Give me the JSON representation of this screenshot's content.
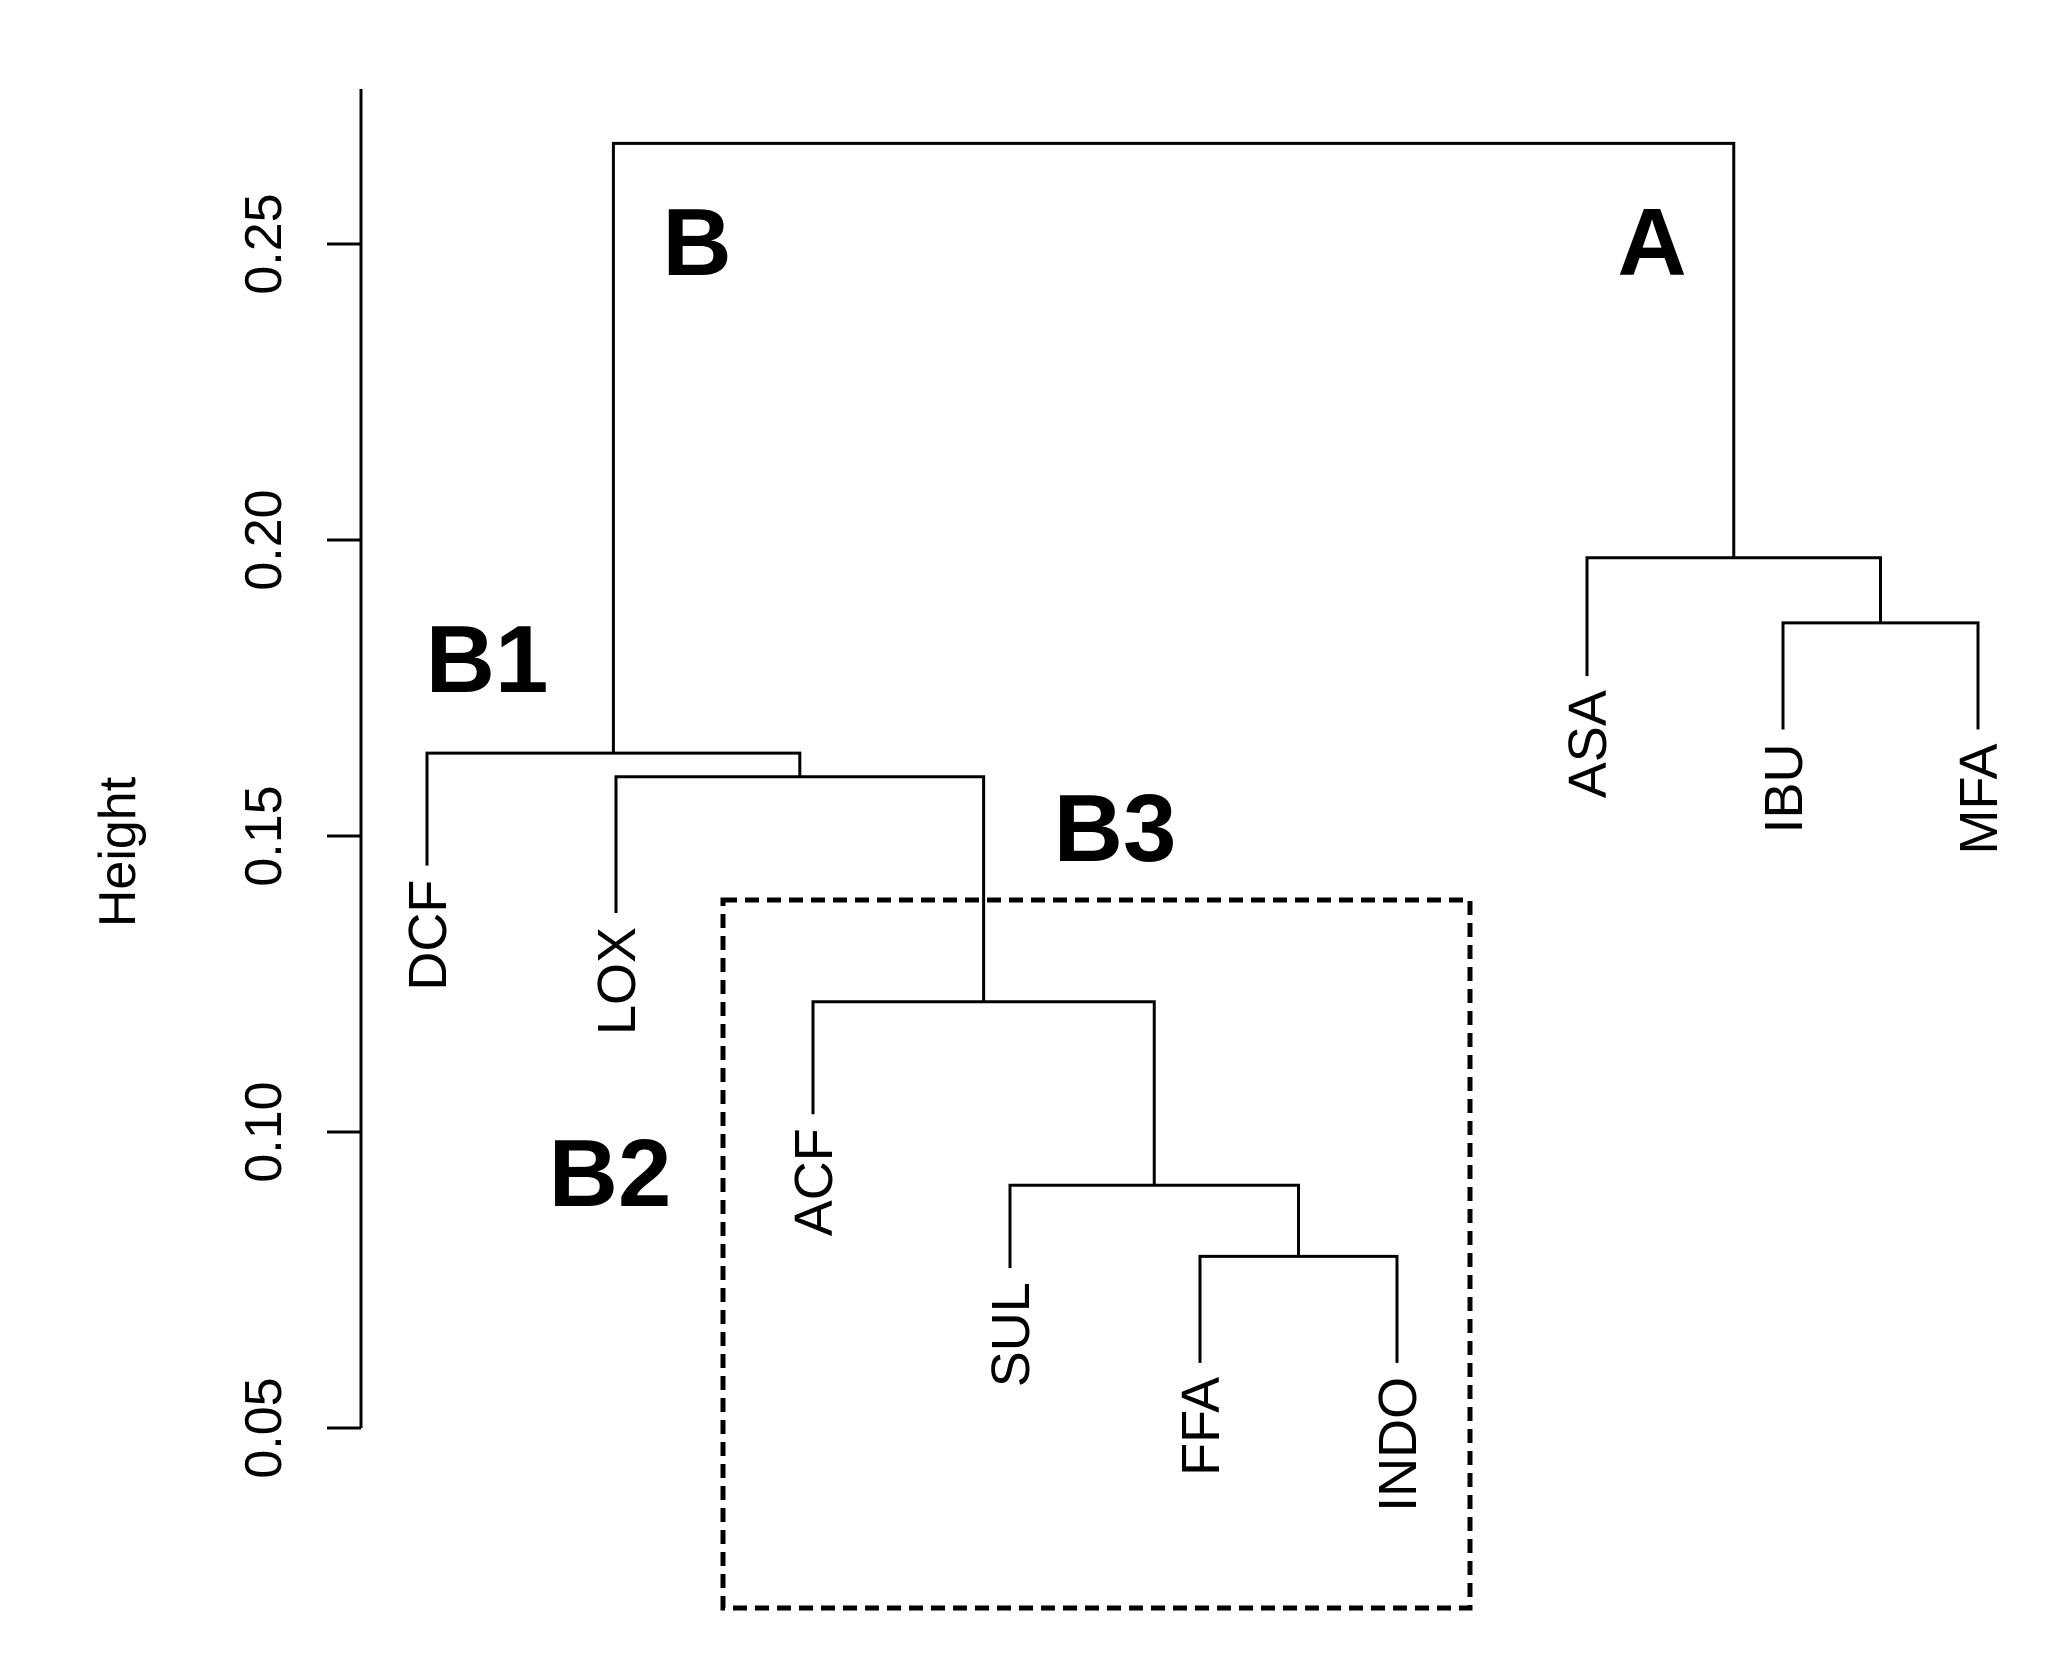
{
  "chart_data": {
    "type": "dendrogram",
    "title": "",
    "xlabel": "",
    "ylabel": "Height",
    "ylim": [
      0.05,
      0.27
    ],
    "yticks": [
      "0.05",
      "0.10",
      "0.15",
      "0.20",
      "0.25"
    ],
    "leaves": [
      {
        "name": "DCF",
        "label": "DCF",
        "y": 0.145
      },
      {
        "name": "LOX",
        "label": "LOX",
        "y": 0.137
      },
      {
        "name": "ACF",
        "label": "ACF",
        "y": 0.103
      },
      {
        "name": "SUL",
        "label": "SUL",
        "y": 0.077
      },
      {
        "name": "FFA",
        "label": "FFA",
        "y": 0.061
      },
      {
        "name": "INDO",
        "label": "INDO",
        "y": 0.061
      },
      {
        "name": "ASA",
        "label": "ASA",
        "y": 0.177
      },
      {
        "name": "IBU",
        "label": "IBU",
        "y": 0.168
      },
      {
        "name": "MFA",
        "label": "MFA",
        "y": 0.168
      }
    ],
    "merges": [
      {
        "left": "FFA",
        "right": "INDO",
        "height": 0.079
      },
      {
        "left": "SUL",
        "right": "FFA+INDO",
        "height": 0.091
      },
      {
        "left": "ACF",
        "right": "SUL+FFA+INDO",
        "height": 0.122
      },
      {
        "left": "LOX",
        "right": "ACF+SUL+FFA+INDO",
        "height": 0.16
      },
      {
        "left": "DCF",
        "right": "LOX+ACF+SUL+FFA+INDO",
        "height": 0.164
      },
      {
        "left": "IBU",
        "right": "MFA",
        "height": 0.186
      },
      {
        "left": "ASA",
        "right": "IBU+MFA",
        "height": 0.197
      },
      {
        "left": "B",
        "right": "A",
        "height": 0.267
      }
    ],
    "clusters": [
      {
        "id": "A",
        "label": "A"
      },
      {
        "id": "B",
        "label": "B"
      },
      {
        "id": "B1",
        "label": "B1"
      },
      {
        "id": "B2",
        "label": "B2"
      },
      {
        "id": "B3",
        "label": "B3"
      }
    ],
    "highlight": {
      "style": "dashed box",
      "members": [
        "ACF",
        "SUL",
        "FFA",
        "INDO"
      ]
    }
  }
}
